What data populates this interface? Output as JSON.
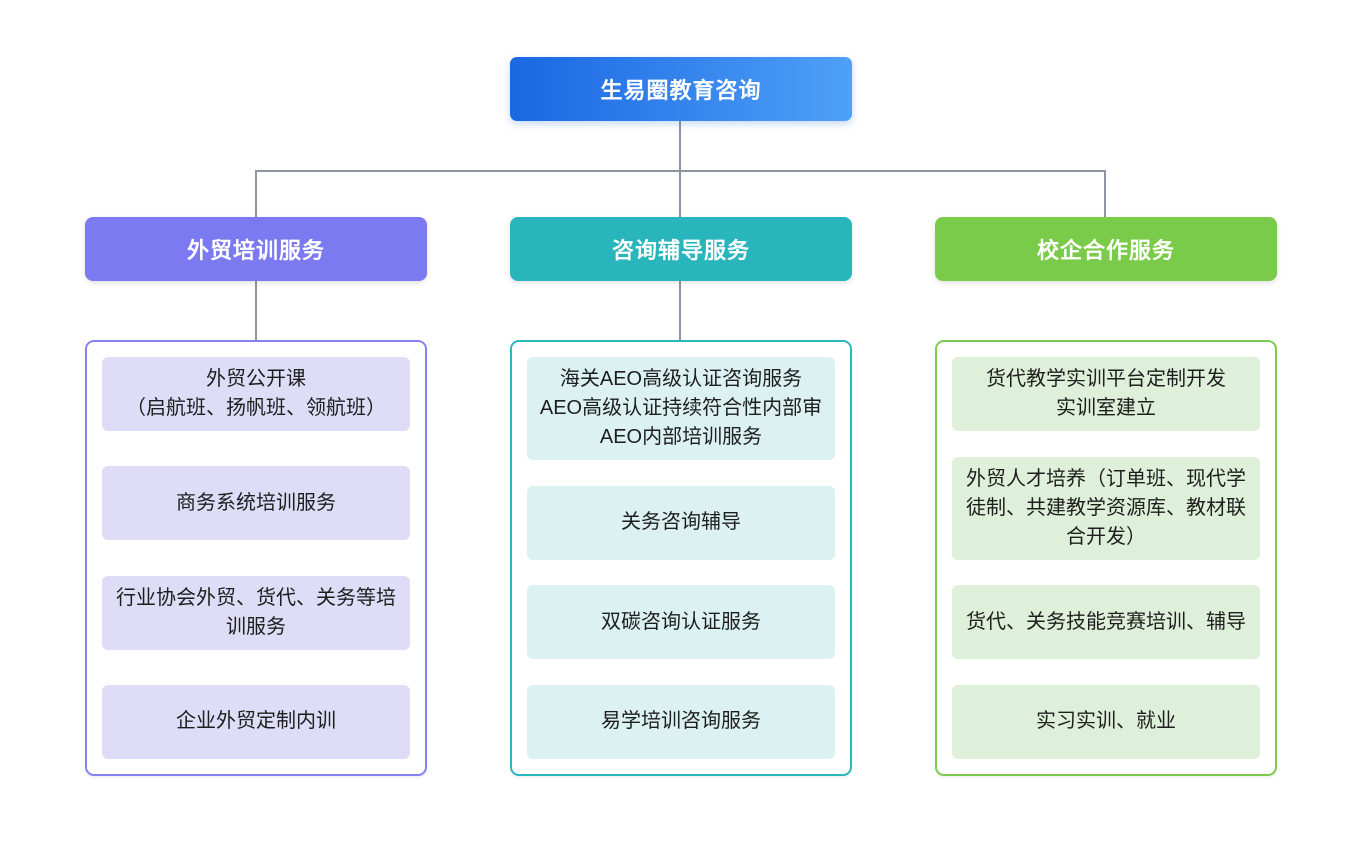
{
  "root": {
    "label": "生易圈教育咨询"
  },
  "branches": [
    {
      "label": "外贸培训服务",
      "theme": {
        "header_bg": "#7B7AF0",
        "container_border": "#8583F2",
        "item_bg": "#DEDCF6"
      },
      "items": [
        "外贸公开课\n（启航班、扬帆班、领航班）",
        "商务系统培训服务",
        "行业协会外贸、货代、关务等培训服务",
        "企业外贸定制内训"
      ]
    },
    {
      "label": "咨询辅导服务",
      "theme": {
        "header_bg": "#28B5BC",
        "container_border": "#2BB7BE",
        "item_bg": "#DBF1F2"
      },
      "items": [
        "海关AEO高级认证咨询服务\nAEO高级认证持续符合性内部审\nAEO内部培训服务",
        "关务咨询辅导",
        "双碳咨询认证服务",
        "易学培训咨询服务"
      ]
    },
    {
      "label": "校企合作服务",
      "theme": {
        "header_bg": "#7BCB4A",
        "container_border": "#7CCB4E",
        "item_bg": "#DFF0DA"
      },
      "items": [
        "货代教学实训平台定制开发\n实训室建立",
        "外贸人才培养（订单班、现代学徒制、共建教学资源库、教材联合开发）",
        "货代、关务技能竞赛培训、辅导",
        "实习实训、就业"
      ]
    }
  ],
  "colors": {
    "root_gradient_start": "#1A67E2",
    "root_gradient_end": "#4FA0F8",
    "connector": "#8D95A3"
  }
}
